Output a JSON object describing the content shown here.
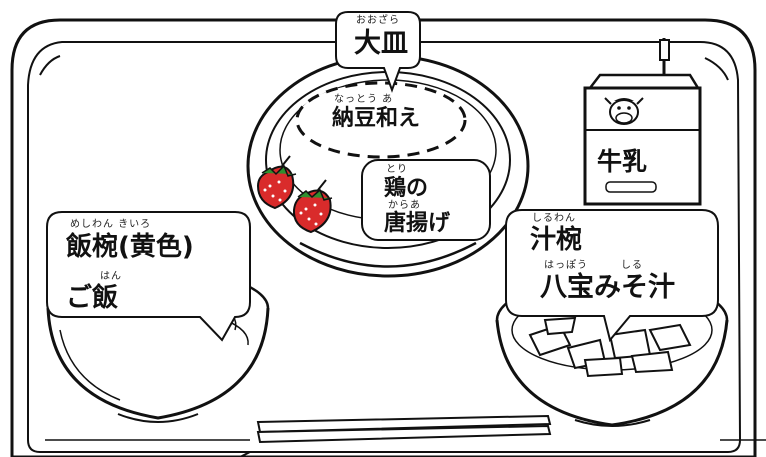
{
  "title": "",
  "colors": {
    "line": "#111111",
    "fill": "#ffffff",
    "strawberry": "#d92b2b",
    "leaf": "#2f8f2f"
  },
  "items": {
    "big_plate": {
      "label": "大皿",
      "ruby": "おおざら"
    },
    "natto": {
      "label": "納豆和え",
      "ruby": "なっとう あ"
    },
    "chicken": {
      "line1": "鶏の",
      "line2": "唐揚げ",
      "ruby1": "とり",
      "ruby2": "からあ"
    },
    "rice_bowl": {
      "line1": "飯椀(黄色)",
      "line2": "ご飯",
      "ruby1": "めしわん きいろ",
      "ruby2": "はん"
    },
    "soup_bowl": {
      "line1": "汁椀",
      "line2": "八宝みそ汁",
      "ruby1": "しるわん",
      "ruby2": "はっぽう　　　しる"
    },
    "milk": {
      "label": "牛乳"
    }
  }
}
